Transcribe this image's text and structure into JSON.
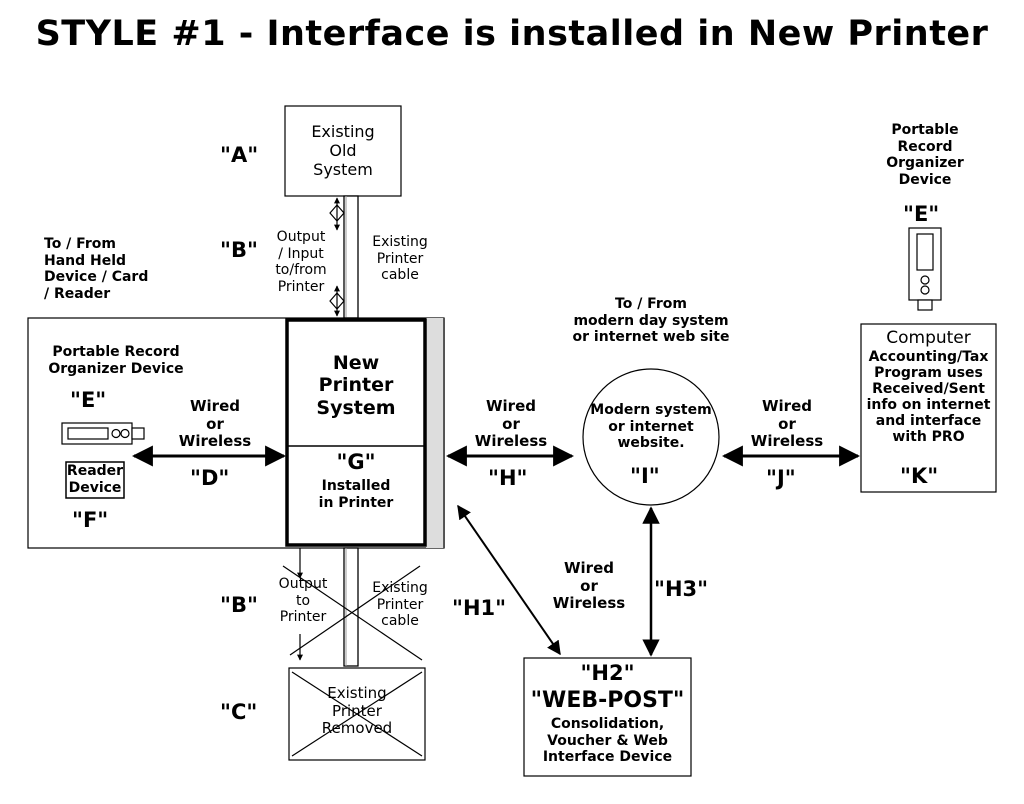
{
  "title": "STYLE #1 - Interface is installed in New Printer",
  "labels": {
    "A": "\"A\"",
    "B_top": "\"B\"",
    "B_bottom": "\"B\"",
    "C": "\"C\"",
    "D": "\"D\"",
    "E_left": "\"E\"",
    "E_right": "\"E\"",
    "F": "\"F\"",
    "G": "\"G\"",
    "H": "\"H\"",
    "H1": "\"H1\"",
    "H2": "\"H2\"",
    "H3": "\"H3\"",
    "I": "\"I\"",
    "J": "\"J\"",
    "K": "\"K\""
  },
  "boxes": {
    "existing_old_system": [
      "Existing",
      "Old",
      "System"
    ],
    "new_printer_system": [
      "New",
      "Printer",
      "System"
    ],
    "installed_in_printer": [
      "Installed",
      "in Printer"
    ],
    "reader_device": [
      "Reader",
      "Device"
    ],
    "existing_printer_removed": [
      "Existing",
      "Printer",
      "Removed"
    ],
    "modern_system": [
      "Modern system",
      "or internet",
      "website."
    ],
    "web_post_title": "\"WEB-POST\"",
    "web_post_desc": [
      "Consolidation,",
      "Voucher & Web",
      "Interface Device"
    ],
    "computer_title": "Computer",
    "computer_desc": [
      "Accounting/Tax",
      "Program uses",
      "Received/Sent",
      "info on internet",
      "and interface",
      "with PRO"
    ]
  },
  "annotations": {
    "output_input": [
      "Output",
      "/ Input",
      "to/from",
      "Printer"
    ],
    "existing_printer_cable_top": [
      "Existing",
      "Printer",
      "cable"
    ],
    "output_to_printer": [
      "Output",
      "to",
      "Printer"
    ],
    "existing_printer_cable_bottom": [
      "Existing",
      "Printer",
      "cable"
    ],
    "to_from_handheld": [
      "To / From",
      "Hand Held",
      "Device / Card",
      "/ Reader"
    ],
    "portable_record_left": [
      "Portable Record",
      "Organizer Device"
    ],
    "portable_record_right": [
      "Portable",
      "Record",
      "Organizer",
      "Device"
    ],
    "to_from_modern": [
      "To / From",
      "modern day system",
      "or internet web site"
    ],
    "wired_or_wireless_d": [
      "Wired",
      "or",
      "Wireless"
    ],
    "wired_or_wireless_h": [
      "Wired",
      "or",
      "Wireless"
    ],
    "wired_or_wireless_j": [
      "Wired",
      "or",
      "Wireless"
    ],
    "wired_or_wireless_h2": [
      "Wired",
      "or",
      "Wireless"
    ]
  },
  "colors": {
    "ink": "#000000",
    "paper": "#ffffff",
    "shadow": "#c8c8c8"
  }
}
